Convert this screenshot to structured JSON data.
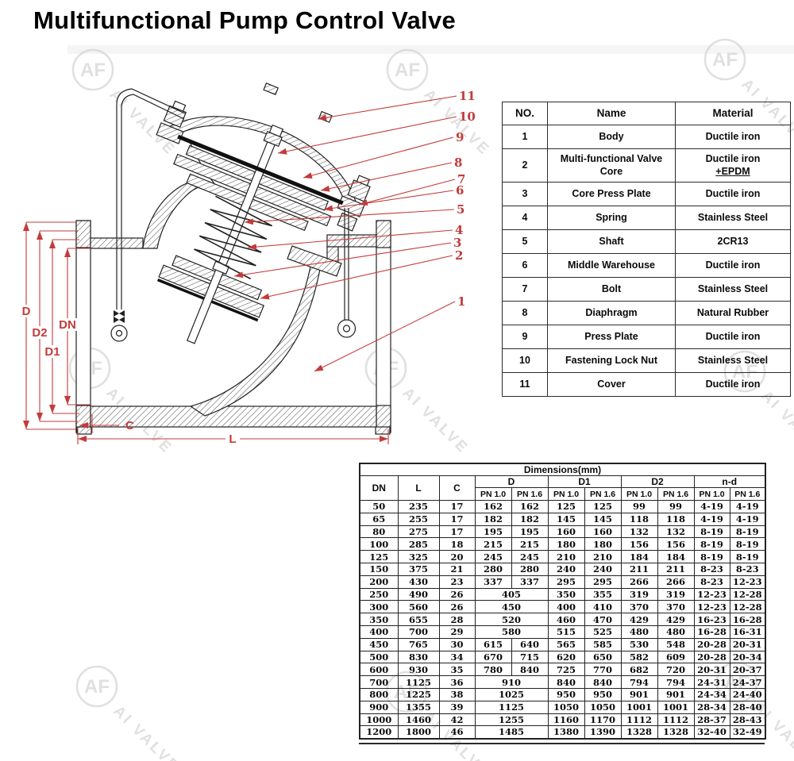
{
  "title": "Multifunctional Pump Control Valve",
  "watermark": {
    "logo_text": "AF",
    "brand_text": "AI VALVE",
    "color": "#c8c8c8"
  },
  "colors": {
    "annotation_red": "#c43a3a",
    "drawing_line": "#222222",
    "table_border": "#222222"
  },
  "diagram": {
    "callout_numbers": [
      "11",
      "10",
      "9",
      "8",
      "7",
      "6",
      "5",
      "4",
      "3",
      "2",
      "1"
    ],
    "dimension_labels": {
      "vertical": [
        "D",
        "D2",
        "D1",
        "DN"
      ],
      "c": "C",
      "l": "L"
    }
  },
  "parts_table": {
    "headers": [
      "NO.",
      "Name",
      "Material"
    ],
    "rows": [
      {
        "no": "1",
        "name": "Body",
        "material": [
          "Ductile iron"
        ]
      },
      {
        "no": "2",
        "name": "Multi-functional Valve Core",
        "material": [
          "Ductile iron",
          "+EPDM"
        ]
      },
      {
        "no": "3",
        "name": "Core Press Plate",
        "material": [
          "Ductile iron"
        ]
      },
      {
        "no": "4",
        "name": "Spring",
        "material": [
          "Stainless Steel"
        ]
      },
      {
        "no": "5",
        "name": "Shaft",
        "material": [
          "2CR13"
        ]
      },
      {
        "no": "6",
        "name": "Middle Warehouse",
        "material": [
          "Ductile iron"
        ]
      },
      {
        "no": "7",
        "name": "Bolt",
        "material": [
          "Stainless Steel"
        ]
      },
      {
        "no": "8",
        "name": "Diaphragm",
        "material": [
          "Natural Rubber"
        ]
      },
      {
        "no": "9",
        "name": "Press Plate",
        "material": [
          "Ductile iron"
        ]
      },
      {
        "no": "10",
        "name": "Fastening Lock Nut",
        "material": [
          "Stainless Steel"
        ]
      },
      {
        "no": "11",
        "name": "Cover",
        "material": [
          "Ductile iron"
        ]
      }
    ]
  },
  "dimensions_table": {
    "title": "Dimensions(mm)",
    "corner_headers": [
      "DN",
      "L",
      "C"
    ],
    "group_headers": [
      "D",
      "D1",
      "D2",
      "n-d"
    ],
    "pn_labels": [
      "PN 1.0",
      "PN 1.6"
    ],
    "rows": [
      {
        "dn": "50",
        "l": "235",
        "c": "17",
        "d": [
          "162",
          "162"
        ],
        "d1": [
          "125",
          "125"
        ],
        "d2": [
          "99",
          "99"
        ],
        "nd": [
          "4-19",
          "4-19"
        ]
      },
      {
        "dn": "65",
        "l": "255",
        "c": "17",
        "d": [
          "182",
          "182"
        ],
        "d1": [
          "145",
          "145"
        ],
        "d2": [
          "118",
          "118"
        ],
        "nd": [
          "4-19",
          "4-19"
        ]
      },
      {
        "dn": "80",
        "l": "275",
        "c": "17",
        "d": [
          "195",
          "195"
        ],
        "d1": [
          "160",
          "160"
        ],
        "d2": [
          "132",
          "132"
        ],
        "nd": [
          "8-19",
          "8-19"
        ]
      },
      {
        "dn": "100",
        "l": "285",
        "c": "18",
        "d": [
          "215",
          "215"
        ],
        "d1": [
          "180",
          "180"
        ],
        "d2": [
          "156",
          "156"
        ],
        "nd": [
          "8-19",
          "8-19"
        ]
      },
      {
        "dn": "125",
        "l": "325",
        "c": "20",
        "d": [
          "245",
          "245"
        ],
        "d1": [
          "210",
          "210"
        ],
        "d2": [
          "184",
          "184"
        ],
        "nd": [
          "8-19",
          "8-19"
        ]
      },
      {
        "dn": "150",
        "l": "375",
        "c": "21",
        "d": [
          "280",
          "280"
        ],
        "d1": [
          "240",
          "240"
        ],
        "d2": [
          "211",
          "211"
        ],
        "nd": [
          "8-23",
          "8-23"
        ]
      },
      {
        "dn": "200",
        "l": "430",
        "c": "23",
        "d": [
          "337",
          "337"
        ],
        "d1": [
          "295",
          "295"
        ],
        "d2": [
          "266",
          "266"
        ],
        "nd": [
          "8-23",
          "12-23"
        ]
      },
      {
        "dn": "250",
        "l": "490",
        "c": "26",
        "d": [
          "405"
        ],
        "d1": [
          "350",
          "355"
        ],
        "d2": [
          "319",
          "319"
        ],
        "nd": [
          "12-23",
          "12-28"
        ]
      },
      {
        "dn": "300",
        "l": "560",
        "c": "26",
        "d": [
          "450"
        ],
        "d1": [
          "400",
          "410"
        ],
        "d2": [
          "370",
          "370"
        ],
        "nd": [
          "12-23",
          "12-28"
        ]
      },
      {
        "dn": "350",
        "l": "655",
        "c": "28",
        "d": [
          "520"
        ],
        "d1": [
          "460",
          "470"
        ],
        "d2": [
          "429",
          "429"
        ],
        "nd": [
          "16-23",
          "16-28"
        ]
      },
      {
        "dn": "400",
        "l": "700",
        "c": "29",
        "d": [
          "580"
        ],
        "d1": [
          "515",
          "525"
        ],
        "d2": [
          "480",
          "480"
        ],
        "nd": [
          "16-28",
          "16-31"
        ]
      },
      {
        "dn": "450",
        "l": "765",
        "c": "30",
        "d": [
          "615",
          "640"
        ],
        "d1": [
          "565",
          "585"
        ],
        "d2": [
          "530",
          "548"
        ],
        "nd": [
          "20-28",
          "20-31"
        ]
      },
      {
        "dn": "500",
        "l": "830",
        "c": "34",
        "d": [
          "670",
          "715"
        ],
        "d1": [
          "620",
          "650"
        ],
        "d2": [
          "582",
          "609"
        ],
        "nd": [
          "20-28",
          "20-34"
        ]
      },
      {
        "dn": "600",
        "l": "930",
        "c": "35",
        "d": [
          "780",
          "840"
        ],
        "d1": [
          "725",
          "770"
        ],
        "d2": [
          "682",
          "720"
        ],
        "nd": [
          "20-31",
          "20-37"
        ]
      },
      {
        "dn": "700",
        "l": "1125",
        "c": "36",
        "d": [
          "910"
        ],
        "d1": [
          "840",
          "840"
        ],
        "d2": [
          "794",
          "794"
        ],
        "nd": [
          "24-31",
          "24-37"
        ]
      },
      {
        "dn": "800",
        "l": "1225",
        "c": "38",
        "d": [
          "1025"
        ],
        "d1": [
          "950",
          "950"
        ],
        "d2": [
          "901",
          "901"
        ],
        "nd": [
          "24-34",
          "24-40"
        ]
      },
      {
        "dn": "900",
        "l": "1355",
        "c": "39",
        "d": [
          "1125"
        ],
        "d1": [
          "1050",
          "1050"
        ],
        "d2": [
          "1001",
          "1001"
        ],
        "nd": [
          "28-34",
          "28-40"
        ]
      },
      {
        "dn": "1000",
        "l": "1460",
        "c": "42",
        "d": [
          "1255"
        ],
        "d1": [
          "1160",
          "1170"
        ],
        "d2": [
          "1112",
          "1112"
        ],
        "nd": [
          "28-37",
          "28-43"
        ]
      },
      {
        "dn": "1200",
        "l": "1800",
        "c": "46",
        "d": [
          "1485"
        ],
        "d1": [
          "1380",
          "1390"
        ],
        "d2": [
          "1328",
          "1328"
        ],
        "nd": [
          "32-40",
          "32-49"
        ]
      }
    ]
  }
}
